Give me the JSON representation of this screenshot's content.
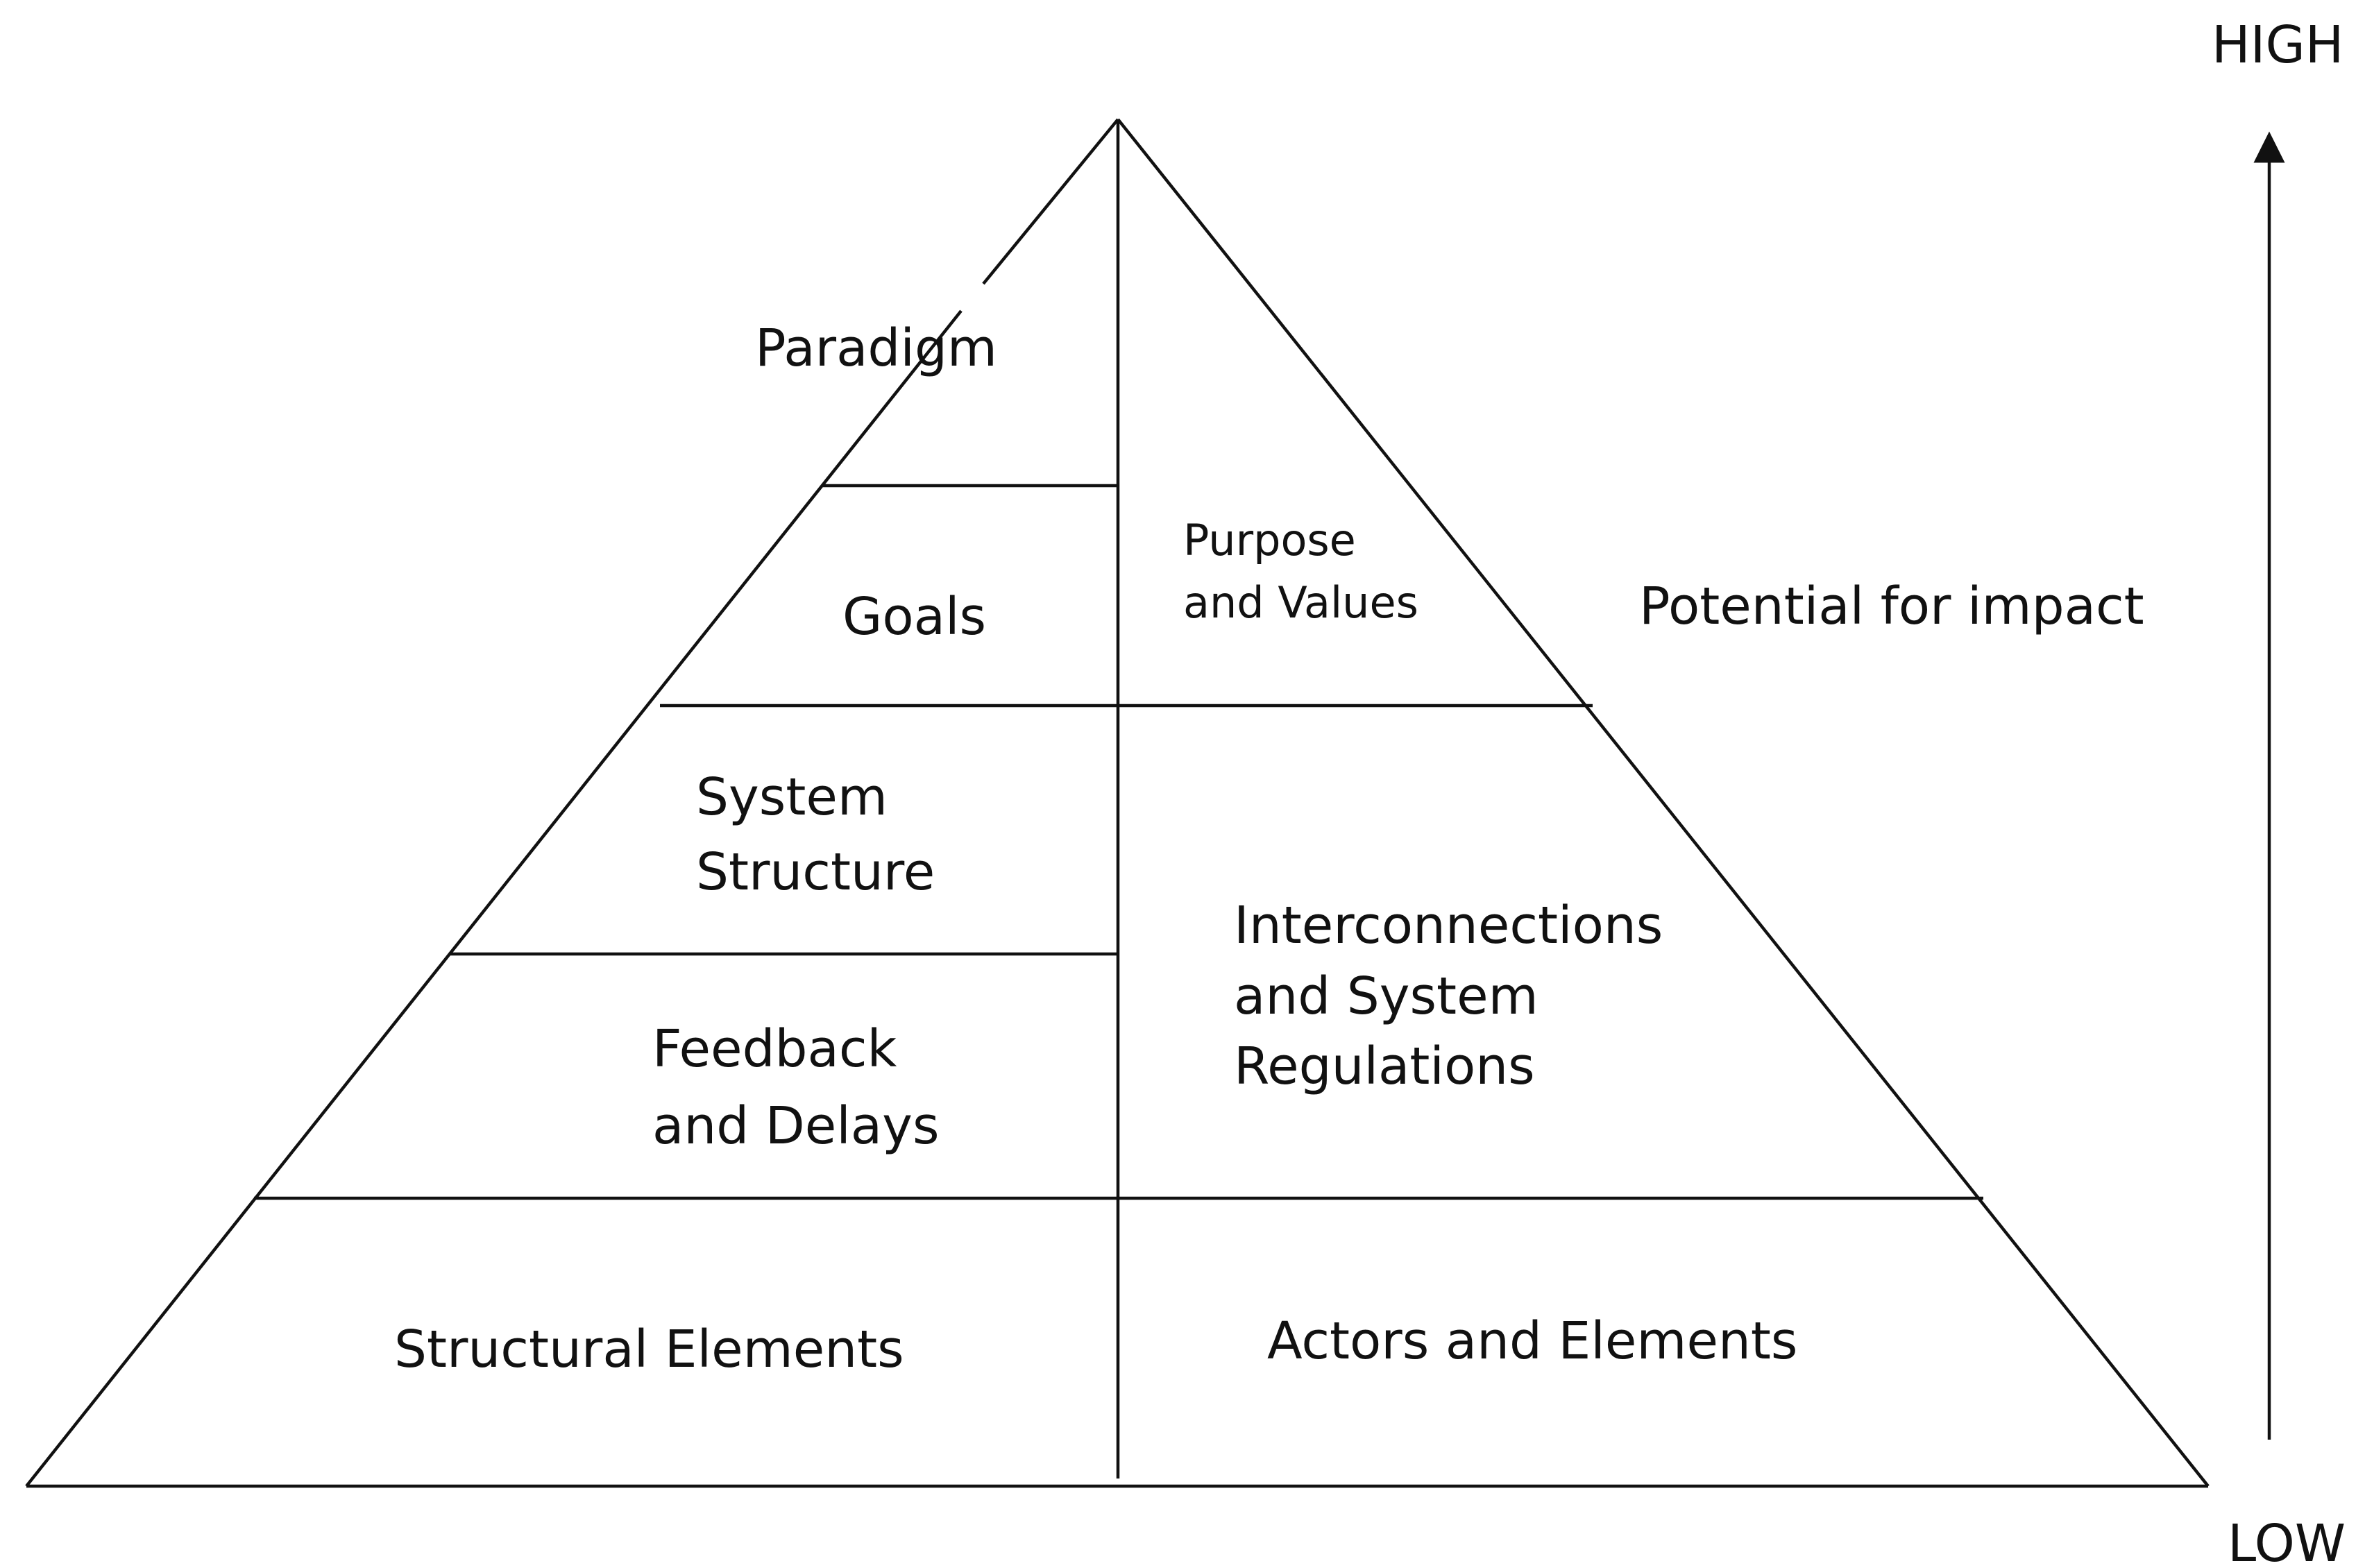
{
  "left_side": {
    "paradigm": "Paradigm",
    "goals": "Goals",
    "system_structure": [
      "System",
      "Structure"
    ],
    "feedback_delays": [
      "Feedback",
      "and Delays"
    ],
    "structural_elements": "Structural Elements"
  },
  "right_side": {
    "purpose_values": [
      "Purpose",
      "and Values"
    ],
    "interconnections": [
      "Interconnections",
      "and System",
      "Regulations"
    ],
    "actors_elements": "Actors and Elements"
  },
  "axis": {
    "title": "Potential for impact",
    "top_label": "HIGH",
    "bottom_label": "LOW"
  },
  "colors": {
    "line": "#111111",
    "text": "#111111",
    "background": "#ffffff"
  }
}
